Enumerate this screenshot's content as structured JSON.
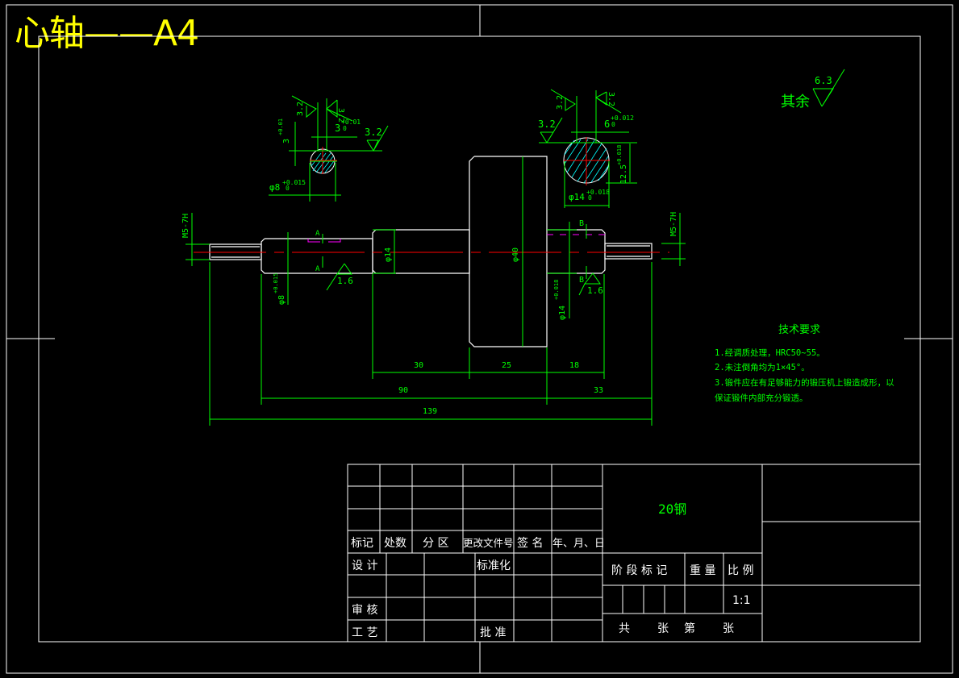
{
  "title": "心轴——A4",
  "colors": {
    "background": "#000000",
    "outline": "#ffffff",
    "dimension": "#00ff00",
    "centerline": "#ff0000",
    "hidden": "#ff00ff",
    "hatch": "#00ffff",
    "title": "#ffff00"
  },
  "roughness": {
    "general_label": "其余",
    "general_value": "6.3",
    "section_a_left": "3.2",
    "section_a_right": "3.2",
    "section_a_bottom": "3.2",
    "section_b_left": "3.2",
    "section_b_right": "3.2",
    "section_b_side": "3.2",
    "shaft_left": "1.6",
    "shaft_right": "1.6"
  },
  "section_a": {
    "keyway_width": "3",
    "keyway_width_tol_upper": "+0.01",
    "keyway_width_tol_lower": "0",
    "depth": "3",
    "depth_tol_upper": "+0.01",
    "depth_tol_lower": "0",
    "diameter": "φ8",
    "diameter_tol_upper": "+0.015",
    "diameter_tol_lower": "0",
    "label_top": "A",
    "label_bottom": "A"
  },
  "section_b": {
    "keyway_width": "6",
    "keyway_width_tol_upper": "+0.012",
    "keyway_width_tol_lower": "0",
    "depth": "12.5",
    "depth_tol_upper": "+0.018",
    "depth_tol_lower": "0",
    "diameter": "φ14",
    "diameter_tol_upper": "+0.018",
    "diameter_tol_lower": "0",
    "label_top": "B",
    "label_bottom": "B"
  },
  "shaft": {
    "thread_left": "M5-7H",
    "thread_right": "M5-7H",
    "dia_left_step": "φ8",
    "dia_left_step_tol_upper": "+0.015",
    "dia_left_step_tol_lower": "0",
    "dia_mid": "φ14",
    "dia_collar": "φ40",
    "dia_right_step": "φ14",
    "dia_right_step_tol_upper": "+0.018",
    "dia_right_step_tol_lower": "0"
  },
  "dimensions": {
    "d30": "30",
    "d25": "25",
    "d18": "18",
    "d90": "90",
    "d33": "33",
    "d139": "139"
  },
  "tech_requirements": {
    "heading": "技术要求",
    "items": [
      "1.经调质处理，HRC50~55。",
      "2.未注倒角均为1×45°。",
      "3.锻件应在有足够能力的锻压机上锻造成形，以",
      "保证锻件内部充分锻透。"
    ]
  },
  "title_block": {
    "rev_headers": [
      "标记",
      "处数",
      "分 区",
      "更改文件号",
      "签 名",
      "年、月、日"
    ],
    "design": "设 计",
    "standardize": "标准化",
    "review": "审 核",
    "process": "工 艺",
    "approve": "批 准",
    "material": "20钢",
    "stage_mark": "阶 段 标 记",
    "weight": "重 量",
    "scale_label": "比 例",
    "scale_value": "1:1",
    "sheets_total": "共",
    "sheets_unit1": "张",
    "sheet_no": "第",
    "sheets_unit2": "张"
  }
}
